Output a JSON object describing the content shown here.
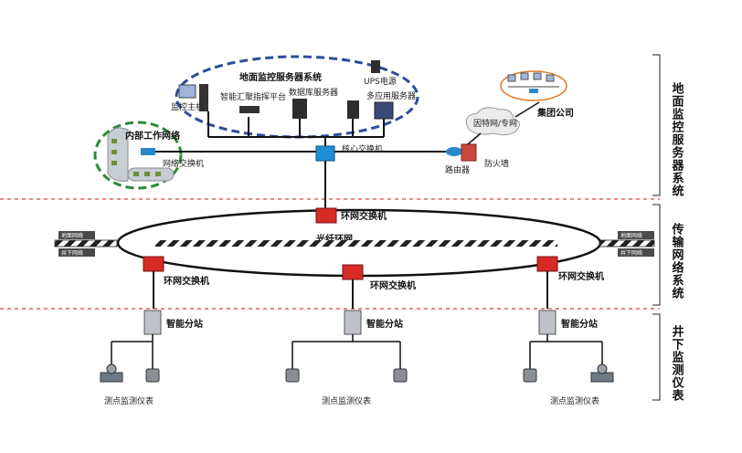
{
  "server_zone": {
    "title": "地面监控服务器系统",
    "ups": "UPS电源",
    "monitor_host": "监控主机",
    "command_platform": "智能汇聚指挥平台",
    "db_server": "数据库服务器",
    "app_server": "多应用服务器"
  },
  "internal": {
    "title": "内部工作网络",
    "switch": "网络交换机"
  },
  "core": {
    "core_switch": "核心交换机",
    "router": "路由器",
    "firewall": "防火墙",
    "internet": "因特网/专网",
    "group_company": "集团公司"
  },
  "transport": {
    "ring_switch_top": "环网交换机",
    "fiber_ring": "光纤环网",
    "ground_left": "地面网络",
    "underground_left": "井下网络",
    "ground_right": "地面网络",
    "underground_right": "井下网络",
    "ring_switch_1": "环网交换机",
    "ring_switch_2": "环网交换机",
    "ring_switch_3": "环网交换机"
  },
  "underground": {
    "substation_1": "智能分站",
    "substation_2": "智能分站",
    "substation_3": "智能分站",
    "meter_1": "测点监测仪表",
    "meter_2": "测点监测仪表",
    "meter_3": "测点监测仪表"
  },
  "side_labels": {
    "ground": "地面监控服务器系统",
    "transport": "传输网络系统",
    "underground": "井下监测仪表"
  },
  "colors": {
    "server_ellipse": "#2b4d9a",
    "internal_ellipse": "#2a8a3a",
    "group_ellipse": "#e07b20",
    "divider": "#d9433a",
    "switch_red": "#d62b27",
    "core_switch": "#1e8fd6"
  }
}
